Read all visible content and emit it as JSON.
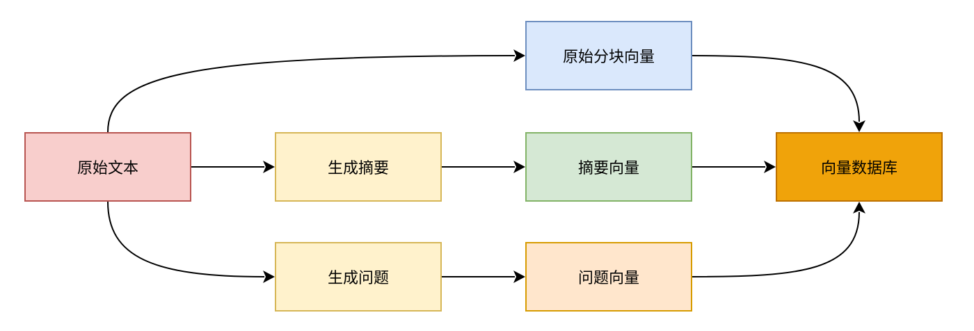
{
  "nodes": {
    "raw_text": {
      "label": "原始文本",
      "fill": "#f8cecc",
      "stroke": "#b85450"
    },
    "gen_summary": {
      "label": "生成摘要",
      "fill": "#fff2cc",
      "stroke": "#d6b656"
    },
    "gen_questions": {
      "label": "生成问题",
      "fill": "#fff2cc",
      "stroke": "#d6b656"
    },
    "chunk_vectors": {
      "label": "原始分块向量",
      "fill": "#dae8fc",
      "stroke": "#6c8ebf"
    },
    "summary_vectors": {
      "label": "摘要向量",
      "fill": "#d5e8d4",
      "stroke": "#82b366"
    },
    "question_vectors": {
      "label": "问题向量",
      "fill": "#ffe6cc",
      "stroke": "#d79b00"
    },
    "vector_db": {
      "label": "向量数据库",
      "fill": "#f0a30a",
      "stroke": "#bd7000"
    }
  },
  "edges": [
    {
      "from": "raw_text",
      "to": "chunk_vectors"
    },
    {
      "from": "raw_text",
      "to": "gen_summary"
    },
    {
      "from": "raw_text",
      "to": "gen_questions"
    },
    {
      "from": "gen_summary",
      "to": "summary_vectors"
    },
    {
      "from": "gen_questions",
      "to": "question_vectors"
    },
    {
      "from": "chunk_vectors",
      "to": "vector_db"
    },
    {
      "from": "summary_vectors",
      "to": "vector_db"
    },
    {
      "from": "question_vectors",
      "to": "vector_db"
    }
  ],
  "edge_color": "#000000"
}
